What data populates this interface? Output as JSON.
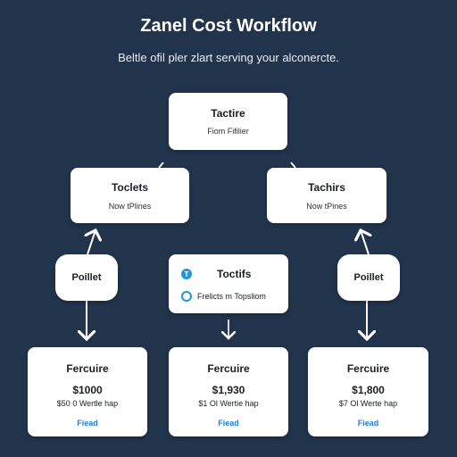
{
  "title": "Zanel Cost Workflow",
  "subtitle": "Beltle ofil pler zlart serving your alconercte.",
  "nodes": {
    "top": {
      "title": "Tactire",
      "sub": "Fiom Fifilier"
    },
    "mid_left": {
      "title": "Toclets",
      "sub": "Now tPlines"
    },
    "mid_right": {
      "title": "Tachirs",
      "sub": "Now tPines"
    },
    "pill_left": {
      "label": "Poillet"
    },
    "pill_right": {
      "label": "Poillet"
    },
    "center": {
      "title": "Toctifs",
      "icon1": "T",
      "line": "Frelicts m Topsliom",
      "icon2": "O"
    },
    "bottom_left": {
      "title": "Fercuire",
      "price": "$1000",
      "sub": "$50 0 Wertle hap",
      "link": "Fiead"
    },
    "bottom_mid": {
      "title": "Fercuire",
      "price": "$1,930",
      "sub": "$1 Ol Wertie hap",
      "link": "Fiead"
    },
    "bottom_right": {
      "title": "Fercuire",
      "price": "$1,800",
      "sub": "$7 Ol Werte hap",
      "link": "Fiead"
    }
  },
  "colors": {
    "background": "#22344c",
    "card": "#ffffff",
    "accent": "#2196d9"
  }
}
